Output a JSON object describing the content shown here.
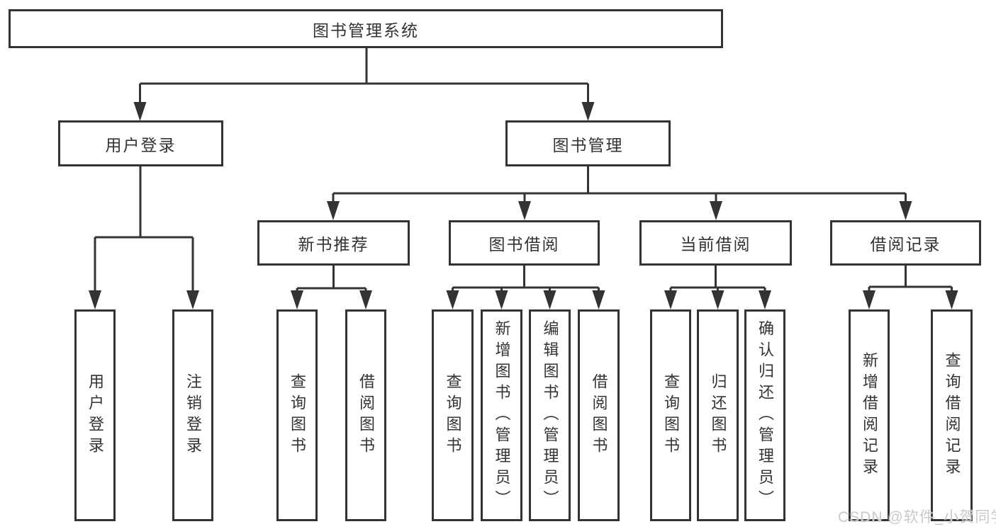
{
  "diagram": {
    "watermark": "CSDN @软件_小贺同学",
    "colors": {
      "line": "#333333",
      "box_border": "#333333",
      "text": "#333333",
      "background": "#ffffff",
      "watermark": "#c9c9c9"
    },
    "tree": {
      "root": {
        "label": "图书管理系统"
      },
      "level2": [
        {
          "label": "用户登录",
          "children": [
            {
              "label": "用户登录"
            },
            {
              "label": "注销登录"
            }
          ]
        },
        {
          "label": "图书管理",
          "children": [
            {
              "label": "新书推荐",
              "children": [
                {
                  "label": "查询图书"
                },
                {
                  "label": "借阅图书"
                }
              ]
            },
            {
              "label": "图书借阅",
              "children": [
                {
                  "label": "查询图书"
                },
                {
                  "label": "新增图书（管理员）"
                },
                {
                  "label": "编辑图书（管理员）"
                },
                {
                  "label": "借阅图书"
                }
              ]
            },
            {
              "label": "当前借阅",
              "children": [
                {
                  "label": "查询图书"
                },
                {
                  "label": "归还图书"
                },
                {
                  "label": "确认归还（管理员）"
                }
              ]
            },
            {
              "label": "借阅记录",
              "children": [
                {
                  "label": "新增借阅记录"
                },
                {
                  "label": "查询借阅记录"
                }
              ]
            }
          ]
        }
      ]
    }
  }
}
